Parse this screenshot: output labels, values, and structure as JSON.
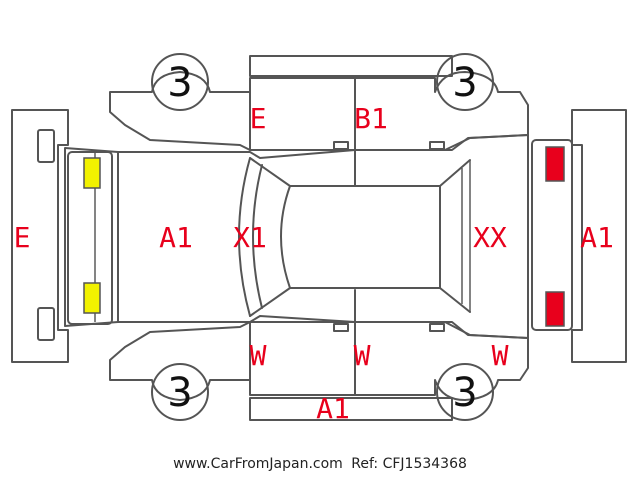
{
  "labels": {
    "front_left_door": "E",
    "rear_left_door": "B1",
    "front_bumper": "E",
    "hood": "A1",
    "windshield": "X1",
    "back_glass": "XX",
    "rear_bumper": "A1",
    "front_right_door": "W",
    "rear_right_door": "W",
    "right_quarter": "W",
    "right_rocker": "A1"
  },
  "wheels": {
    "front_left": "3",
    "rear_left": "3",
    "front_right": "3",
    "rear_right": "3"
  },
  "lamps": {
    "front_color": "#f2f200",
    "rear_color": "#e8001c"
  },
  "footer": {
    "site": "www.CarFromJapan.com",
    "ref": "Ref: CFJ1534368"
  }
}
